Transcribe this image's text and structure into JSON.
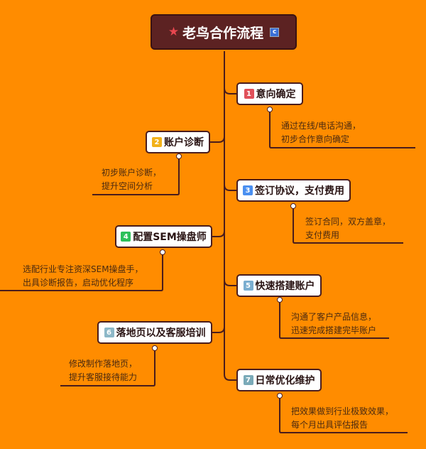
{
  "title": "老鸟合作流程",
  "title_badge": "c",
  "colors": {
    "background": "#ff8c00",
    "title_bg": "#5c2222",
    "line": "#4a1c1c"
  },
  "nodes": [
    {
      "num": "1",
      "label": "意向确定",
      "badge_color": "#e0505a",
      "note": [
        "通过在线/电话沟通，",
        "初步合作意向确定"
      ]
    },
    {
      "num": "2",
      "label": "账户诊断",
      "badge_color": "#f2b21a",
      "note": [
        "初步账户诊断，",
        "提升空间分析"
      ]
    },
    {
      "num": "3",
      "label": "签订协议，支付费用",
      "badge_color": "#4a8ff0",
      "note": [
        "签订合同，双方盖章，",
        "支付费用"
      ]
    },
    {
      "num": "4",
      "label": "配置SEM操盘师",
      "badge_color": "#2cc05a",
      "note": [
        "选配行业专注资深SEM操盘手，",
        "出具诊断报告，启动优化程序"
      ]
    },
    {
      "num": "5",
      "label": "快速搭建账户",
      "badge_color": "#7aaed0",
      "note": [
        "沟通了客户产品信息，",
        "迅速完成搭建完毕账户"
      ]
    },
    {
      "num": "6",
      "label": "落地页以及客服培训",
      "badge_color": "#8db8c8",
      "note": [
        "修改制作落地页，",
        "提升客服接待能力"
      ]
    },
    {
      "num": "7",
      "label": "日常优化维护",
      "badge_color": "#7aaab8",
      "note": [
        "把效果做到行业极致效果，",
        "每个月出具评估报告"
      ]
    }
  ]
}
